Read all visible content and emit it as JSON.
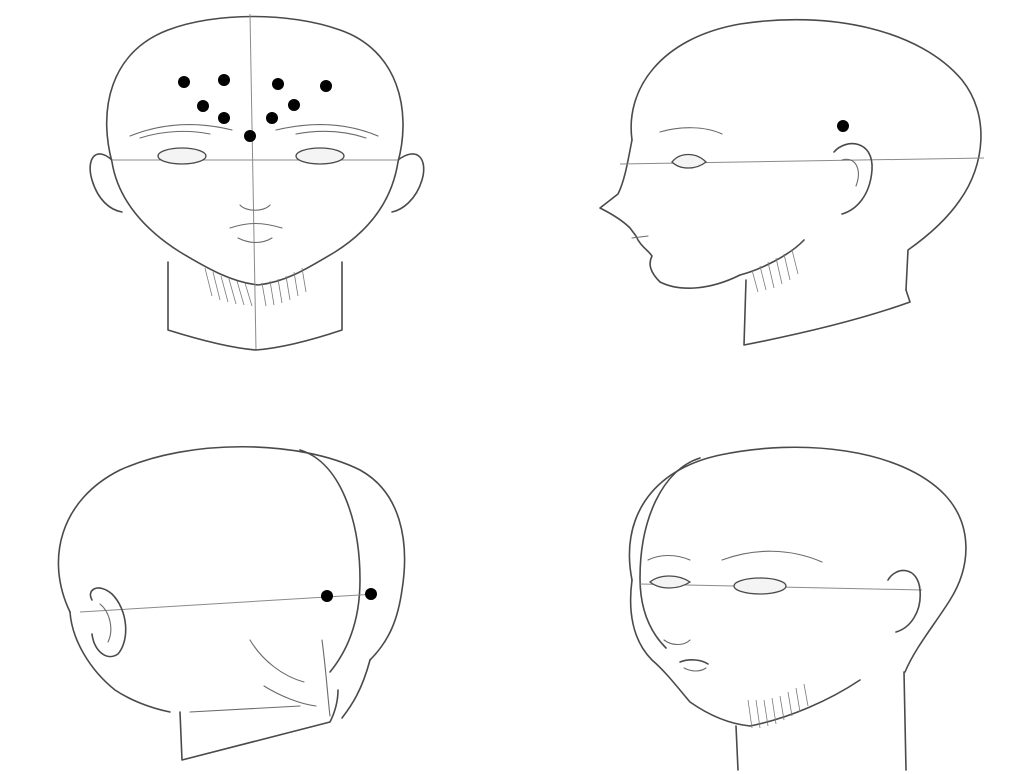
{
  "figure": {
    "views": [
      {
        "name": "front",
        "marker_count": 9
      },
      {
        "name": "side-profile",
        "marker_count": 1
      },
      {
        "name": "back-three-quarter",
        "marker_count": 2
      },
      {
        "name": "front-three-quarter",
        "marker_count": 0
      }
    ],
    "marker_color": "#000000",
    "line_color": "#4a4a4a"
  }
}
